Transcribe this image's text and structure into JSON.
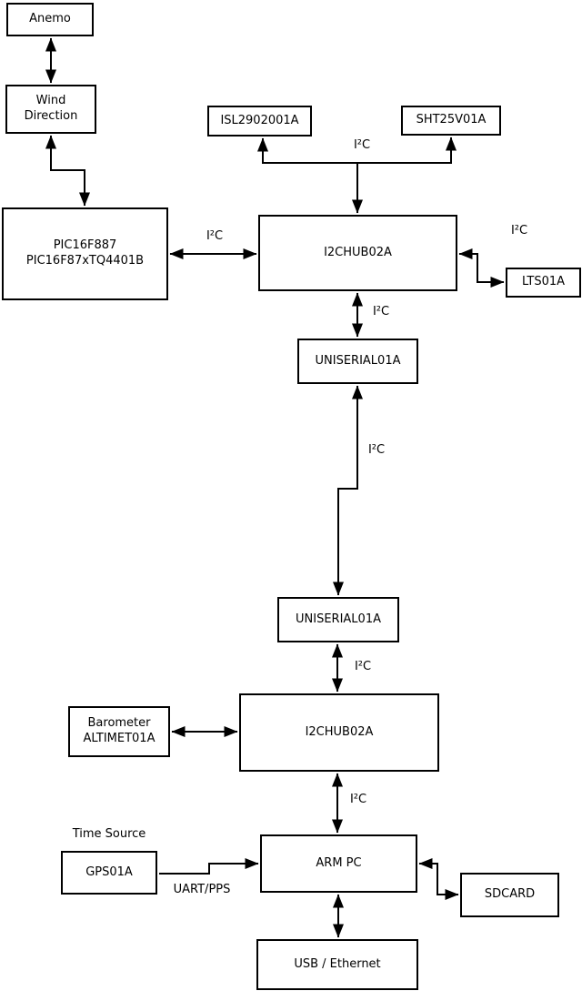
{
  "diagram": {
    "background_color": "#ffffff",
    "line_color": "#000000",
    "box_border_color": "#000000",
    "nodes": {
      "anemo": {
        "label": "Anemo"
      },
      "wind_direction": {
        "line1": "Wind",
        "line2": "Direction"
      },
      "pic": {
        "line1": "PIC16F887",
        "line2": "PIC16F87xTQ4401B"
      },
      "isl": {
        "label": "ISL2902001A"
      },
      "sht": {
        "label": "SHT25V01A"
      },
      "hub1": {
        "label": "I2CHUB02A"
      },
      "lts": {
        "label": "LTS01A"
      },
      "uniserial1": {
        "label": "UNISERIAL01A"
      },
      "uniserial2": {
        "label": "UNISERIAL01A"
      },
      "hub2": {
        "label": "I2CHUB02A"
      },
      "barometer": {
        "line1": "Barometer",
        "line2": "ALTIMET01A"
      },
      "gps": {
        "label": "GPS01A"
      },
      "arm_pc": {
        "label": "ARM PC"
      },
      "sdcard": {
        "label": "SDCARD"
      },
      "usb_ethernet": {
        "label": "USB / Ethernet"
      }
    },
    "labels": {
      "i2c": "I²C",
      "uart_pps": "UART/PPS",
      "time_source": "Time Source"
    }
  }
}
